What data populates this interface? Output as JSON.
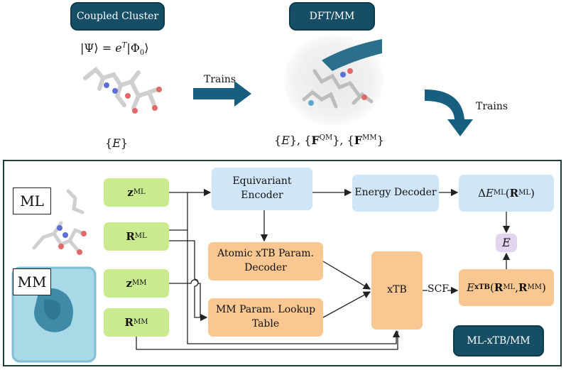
{
  "top": {
    "cc_label": "Coupled Cluster",
    "cc_equation": "|Ψ⟩ = e^T|Φ₀⟩",
    "cc_output": "{E}",
    "trains_1": "Trains",
    "dft_label": "DFT/MM",
    "dft_output": "{E}, {F^QM}, {F^MM}",
    "trains_2": "Trains"
  },
  "panel": {
    "ml_label": "ML",
    "mm_label": "MM",
    "inputs": {
      "z_ml": "z^ML",
      "r_ml": "R^ML",
      "z_mm": "z^MM",
      "r_mm": "R^MM"
    },
    "equivariant_encoder": [
      "Equivariant",
      "Encoder"
    ],
    "energy_decoder": "Energy Decoder",
    "delta_e": "ΔE_ML(R^ML)",
    "atomic_xtb": [
      "Atomic xTB Param.",
      "Decoder"
    ],
    "mm_lookup": [
      "MM Param. Lookup",
      "Table"
    ],
    "xtb": "xTB",
    "scf": "SCF",
    "e_xtb": "E_xTB(R^ML, R^MM)",
    "e_total": "E",
    "method_label": "ML-xTB/MM"
  },
  "colors": {
    "pill": "#164e66",
    "arrow_big": "#175f7e",
    "green": "#c9ea8e",
    "blue": "#cfe5f8",
    "orange": "#f9c791",
    "purple": "#e4d5ef"
  }
}
